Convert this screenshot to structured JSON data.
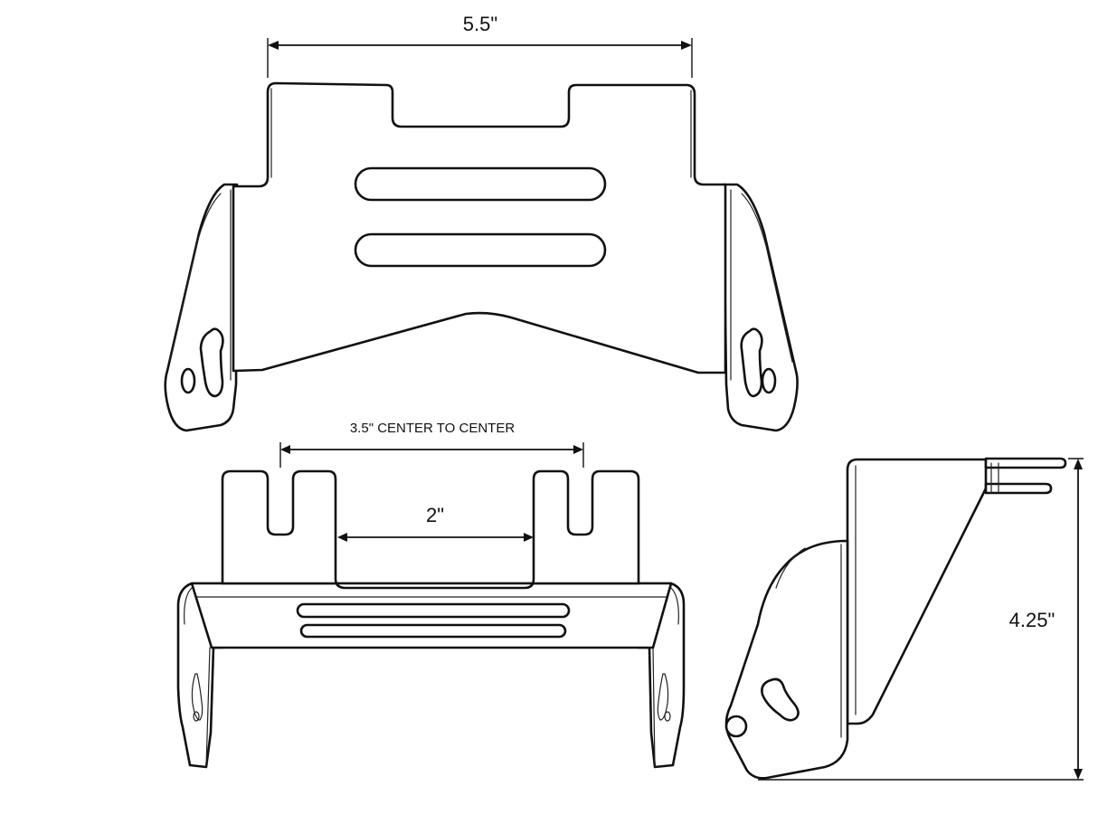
{
  "dimensions": {
    "width_label": "5.5\"",
    "center_label": "3.5\"  CENTER TO CENTER",
    "inner_label": "2\"",
    "height_label": "4.25\""
  },
  "colors": {
    "line": "#111111",
    "background": "#ffffff"
  }
}
